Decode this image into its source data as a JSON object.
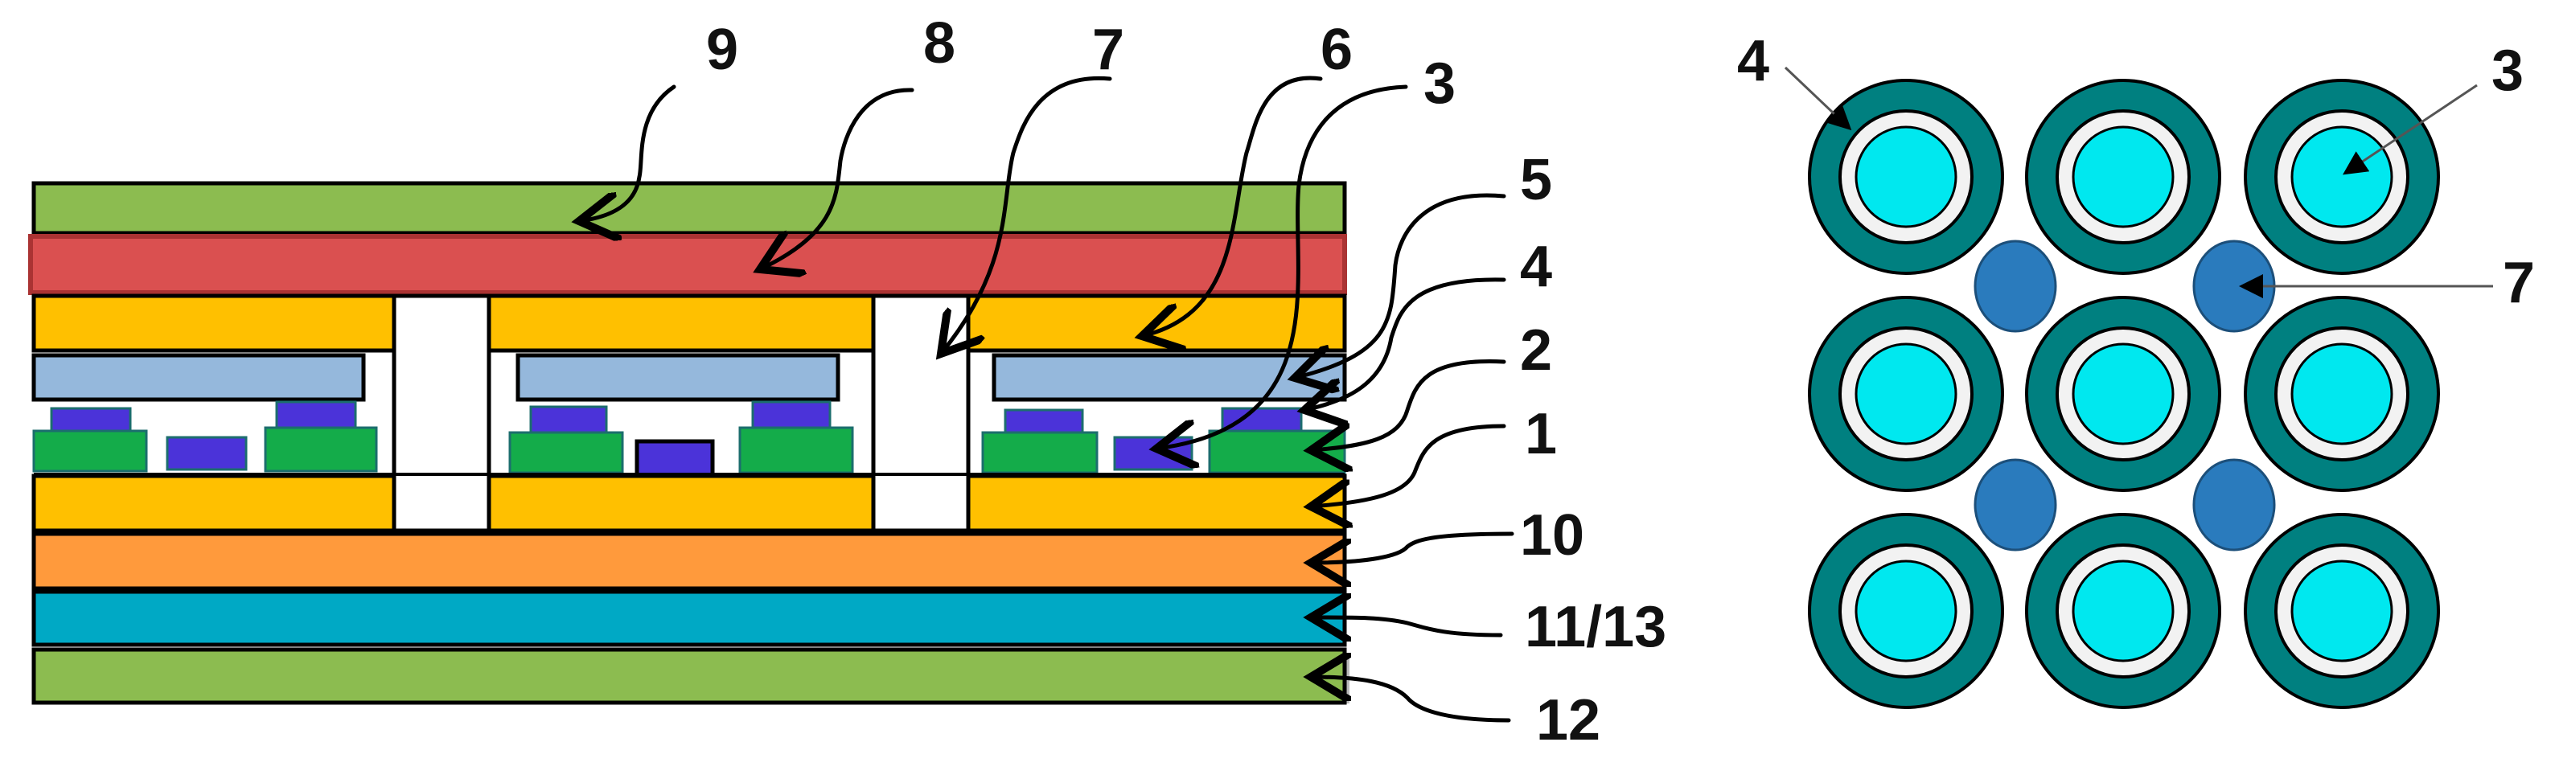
{
  "figure": {
    "cross_section_labels": {
      "l9": "9",
      "l8": "8",
      "l7": "7",
      "l6": "6",
      "l3": "3",
      "l5": "5",
      "l4": "4",
      "l2": "2",
      "l1": "1",
      "l10": "10",
      "l11_13": "11/13",
      "l12": "12"
    },
    "plan_labels": {
      "l4": "4",
      "l3": "3",
      "l7": "7"
    }
  },
  "colors": {
    "green": "#8cbc50",
    "red": "#da5050",
    "yellow": "#ffc000",
    "orange": "#ff9a3c",
    "cyan_layer": "#00a9c5",
    "light_blue": "#95b8dc",
    "blue_chip": "#4b33d9",
    "green_chip": "#14ac4a",
    "ring_dark": "#008080",
    "ring_light": "#f2f2f2",
    "core": "#00e8ef",
    "blue_dot": "#2a7bbd"
  }
}
